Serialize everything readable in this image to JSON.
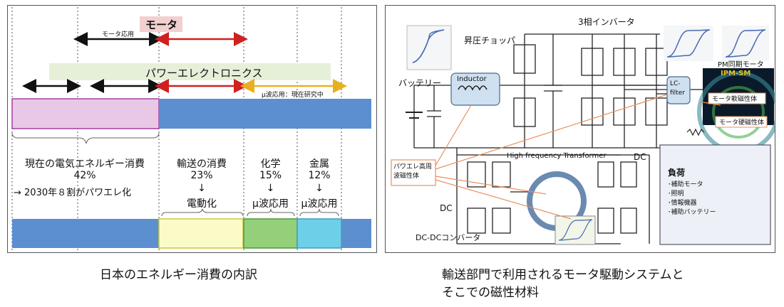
{
  "left": {
    "motor_label": "モータ",
    "motor_app_label": "モータ応用",
    "power_electronics_label": "パワーエレクトロニクス",
    "microwave_label": "μ波応用：現在研究中",
    "current_consumption": "現在の電気エネルギー消費",
    "current_pct": "42%",
    "current_note": "→ 2030年８割がパワエレ化",
    "transport_title": "輸送の消費",
    "transport_pct": "23%",
    "transport_arrow": "↓",
    "transport_result": "電動化",
    "chem_title": "化学",
    "chem_pct": "15%",
    "chem_arrow": "↓",
    "chem_result": "μ波応用",
    "metal_title": "金属",
    "metal_pct": "12%",
    "metal_arrow": "↓",
    "metal_result": "μ波応用",
    "colors": {
      "pink": "#e8c8e6",
      "blue": "#5b8fd0",
      "yellow": "#fbfbc8",
      "green": "#94d07a",
      "cyan": "#6ed0e8",
      "band": "#e6f0d8",
      "motor_box": "#f2d0d0"
    }
  },
  "right": {
    "inverter_label": "3相インバータ",
    "chopper_label": "昇圧チョッパ",
    "battery_label": "バッテリー",
    "inductor_label": "Inductor",
    "lc_filter_label": "LC-filter",
    "pm_motor_label": "PM同期モータ",
    "ipm_label": "IPM-SM",
    "motor_core_label": "モータ軟磁性体",
    "motor_hard_label": "モータ硬磁性体",
    "hf_transformer_label": "High frequency Transformer",
    "dc_label_right": "DC",
    "dc_label_left": "DC",
    "dcdc_label": "DC-DCコンバータ",
    "powerele_mag_label": "パワエレ高周波磁性体",
    "load_title": "負荷",
    "load_items": [
      "･補助モータ",
      "･照明",
      "･情報機器",
      "･補助バッテリー"
    ]
  },
  "captions": {
    "left": "日本のエネルギー消費の内訳",
    "right_line1": "輸送部門で利用されるモータ駆動システムと",
    "right_line2": "そこでの磁性材料"
  }
}
